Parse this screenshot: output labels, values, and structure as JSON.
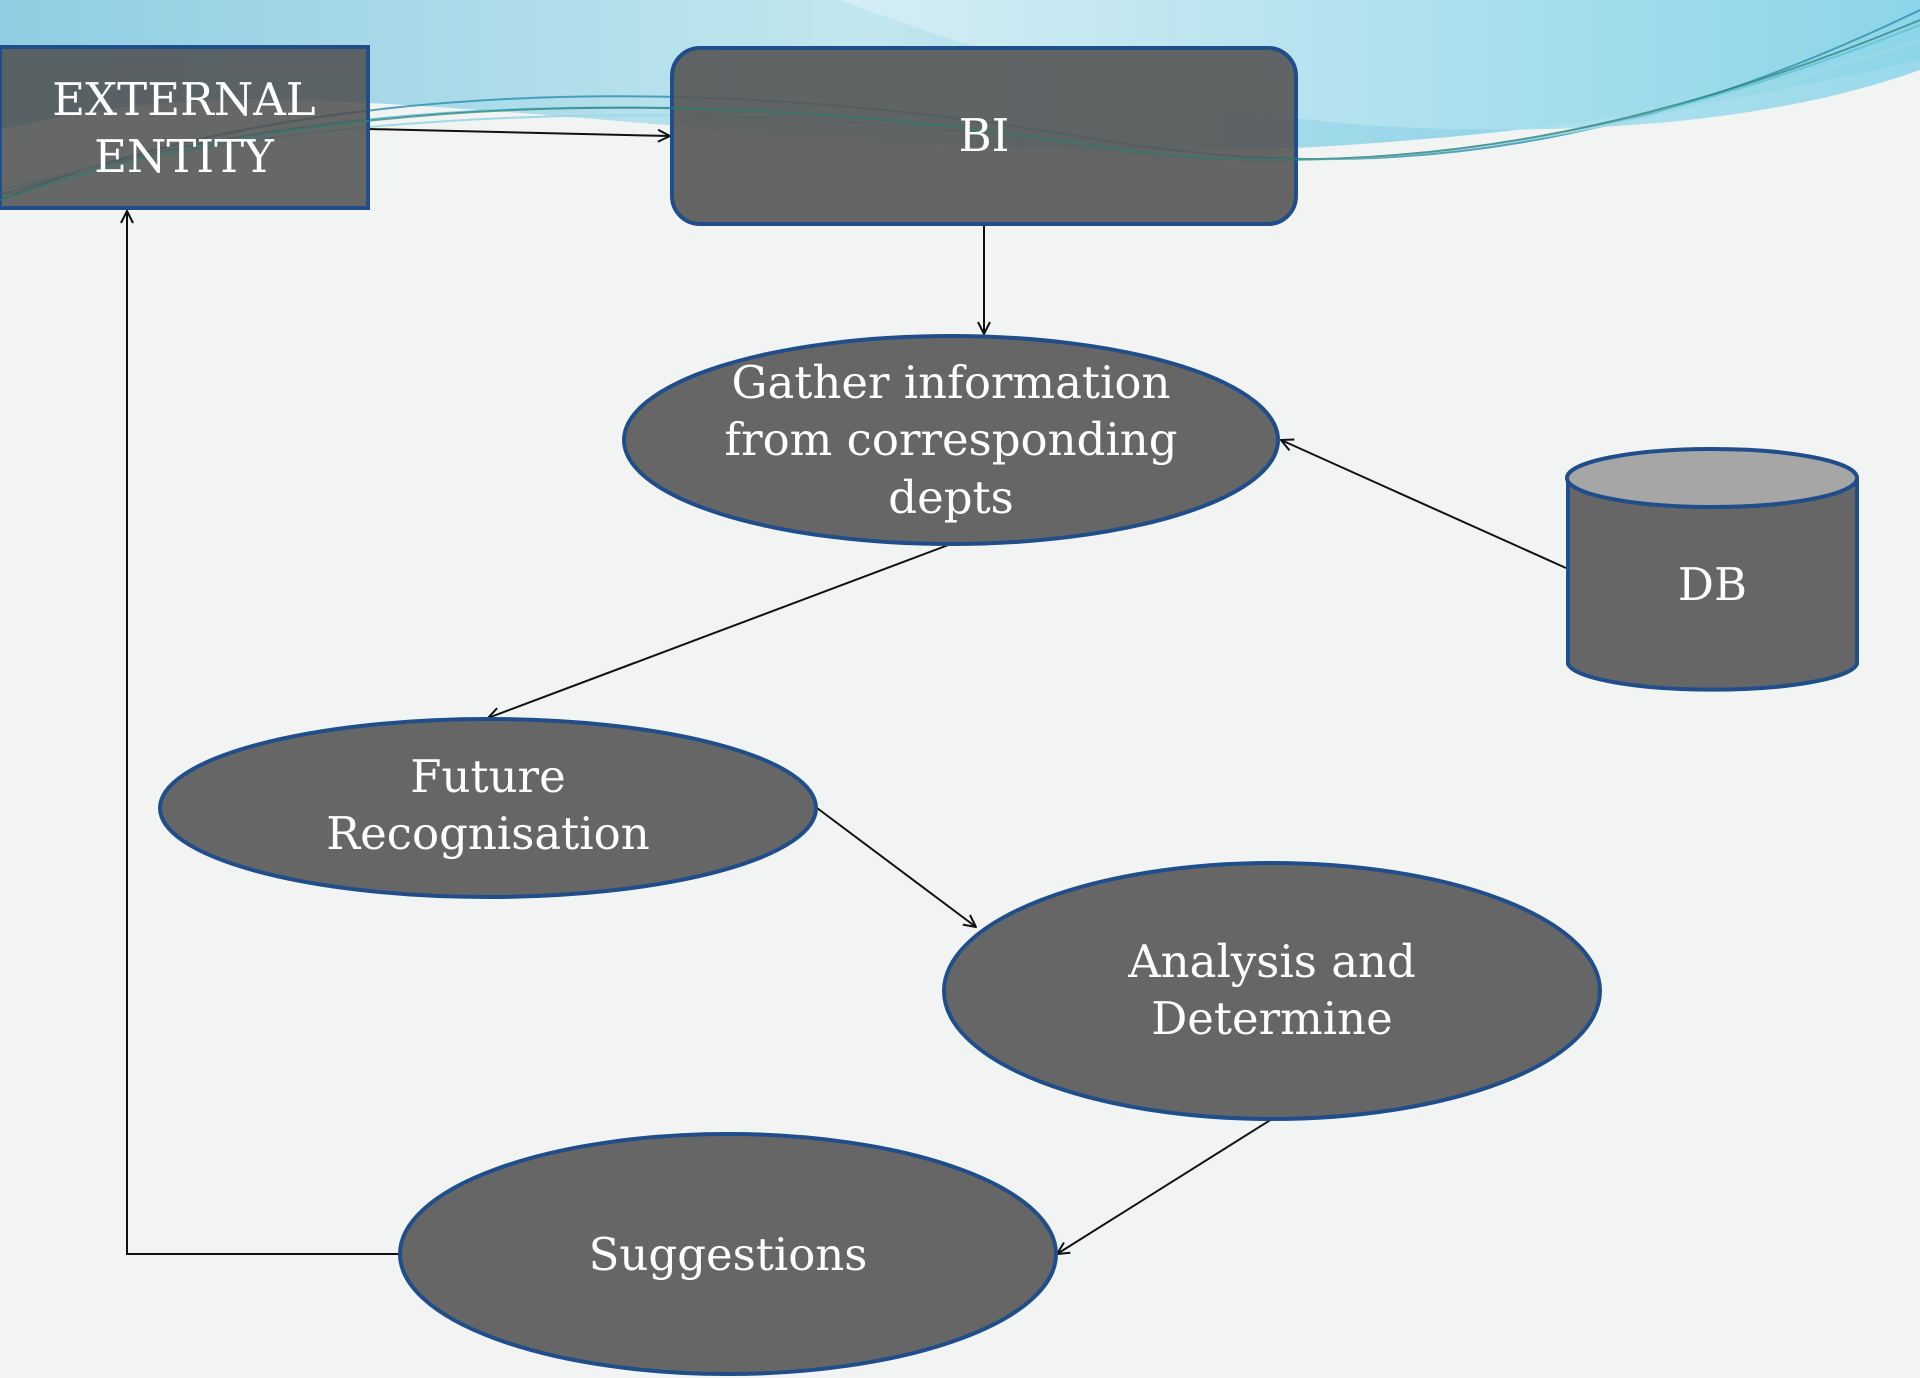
{
  "nodes": {
    "external_entity": "EXTERNAL\nENTITY",
    "bi": "BI",
    "gather": "Gather information\nfrom corresponding\ndepts",
    "db": "DB",
    "future": "Future\nRecognisation",
    "analysis": "Analysis and\nDetermine",
    "suggestions": "Suggestions"
  },
  "colors": {
    "background": "#f2f4f3",
    "node_fill": "#666666",
    "node_stroke": "#1f4e8a",
    "db_top_fill": "#a6a6a6",
    "text": "#ffffff",
    "connector": "#111111",
    "wave_light": "#9fd9e6",
    "wave_mid": "#69c7dd",
    "wave_dark": "#2b8fb0"
  }
}
